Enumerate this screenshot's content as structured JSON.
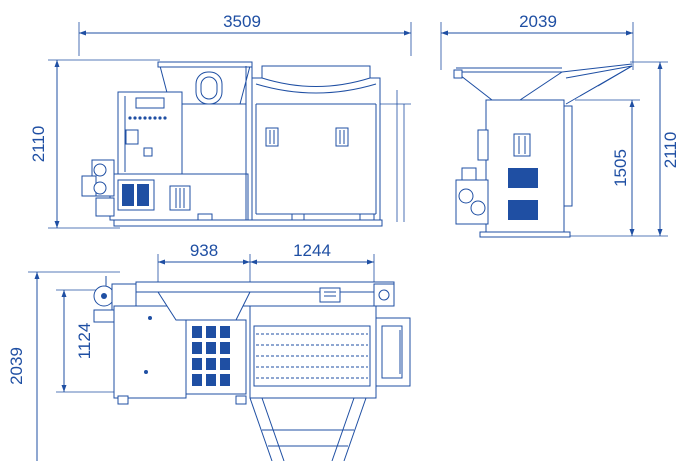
{
  "colors": {
    "line": "#1f4fa3",
    "background": "#ffffff"
  },
  "front_view": {
    "width_dim": "3509",
    "height_dim": "2110"
  },
  "side_view": {
    "width_dim": "2039",
    "height_dim": "2110",
    "inner_height_dim": "1505"
  },
  "top_view": {
    "hopper_dim": "938",
    "section_dim": "1244",
    "depth_dim": "2039",
    "inner_depth_dim": "1124"
  }
}
